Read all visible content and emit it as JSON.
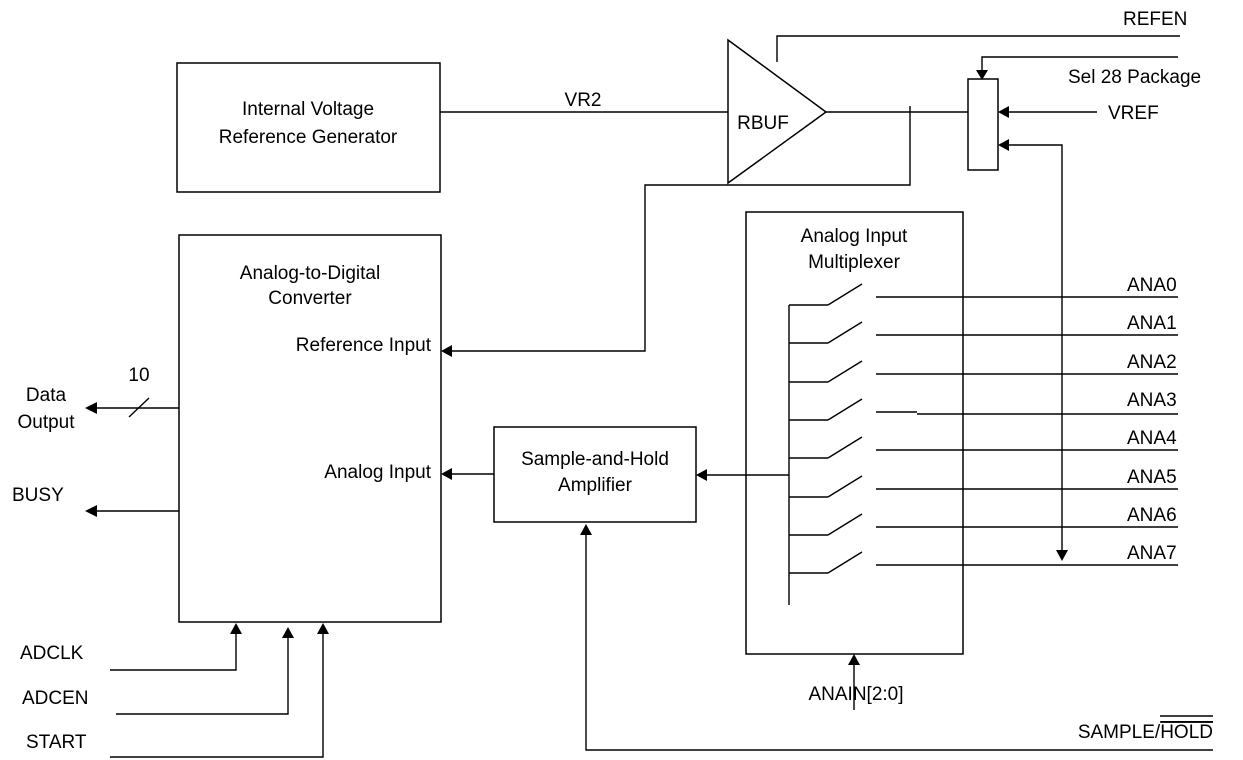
{
  "blocks": {
    "ivrg": {
      "line1": "Internal Voltage",
      "line2": "Reference Generator"
    },
    "rbuf": "RBUF",
    "adc": {
      "line1": "Analog-to-Digital",
      "line2": "Converter",
      "ref_input": "Reference Input",
      "analog_input": "Analog Input"
    },
    "sha": {
      "line1": "Sample-and-Hold",
      "line2": "Amplifier"
    },
    "mux": {
      "line1": "Analog Input",
      "line2": "Multiplexer"
    }
  },
  "signals": {
    "vr2": "VR2",
    "refen": "REFEN",
    "sel28": "Sel 28 Package",
    "vref": "VREF",
    "bus_width": "10",
    "data_output_1": "Data",
    "data_output_2": "Output",
    "busy": "BUSY",
    "adclk": "ADCLK",
    "adcen": "ADCEN",
    "start": "START",
    "anain": "ANAIN[2:0]",
    "sample_hold_a": "SAMPLE/",
    "sample_hold_b": "HOLD"
  },
  "channels": [
    "ANA0",
    "ANA1",
    "ANA2",
    "ANA3",
    "ANA4",
    "ANA5",
    "ANA6",
    "ANA7"
  ]
}
